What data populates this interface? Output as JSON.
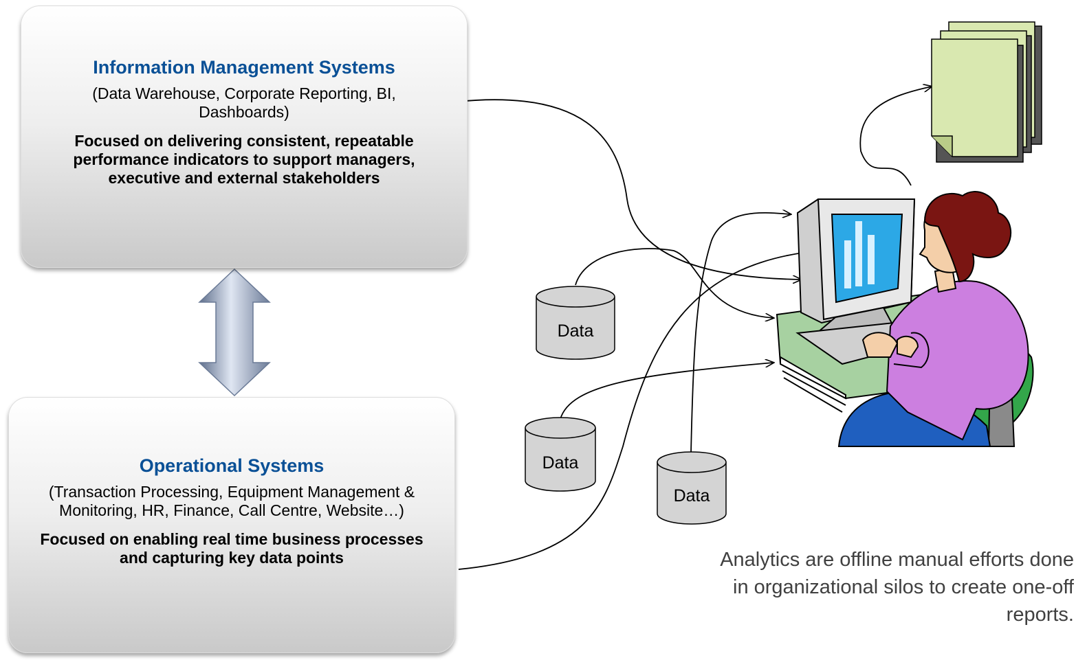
{
  "ims_box": {
    "title": "Information Management Systems",
    "subtitle": "(Data Warehouse, Corporate Reporting, BI, Dashboards)",
    "focus": "Focused on delivering consistent, repeatable performance indicators to support managers, executive and external stakeholders"
  },
  "ops_box": {
    "title": "Operational Systems",
    "subtitle": "(Transaction Processing, Equipment Management & Monitoring, HR, Finance, Call Centre, Website…)",
    "focus": "Focused on enabling real time business processes and capturing key data points"
  },
  "data_stores": [
    {
      "label": "Data"
    },
    {
      "label": "Data"
    },
    {
      "label": "Data"
    }
  ],
  "caption": "Analytics are offline manual efforts done in organizational silos to create one-off reports.",
  "colors": {
    "title_blue": "#0a5096",
    "report_paper": "#d9e8b0",
    "monitor_screen": "#2ca8e6",
    "desk_top": "#a7d1a1",
    "hair": "#7a1512",
    "shirt": "#cc7fe0",
    "skirt": "#1f5fbf",
    "chair": "#33a64a",
    "arrow_steel": "#8fa3c6"
  },
  "icons": [
    "double-arrow-icon",
    "cylinder-icon",
    "report-stack-icon",
    "person-at-computer-icon"
  ]
}
